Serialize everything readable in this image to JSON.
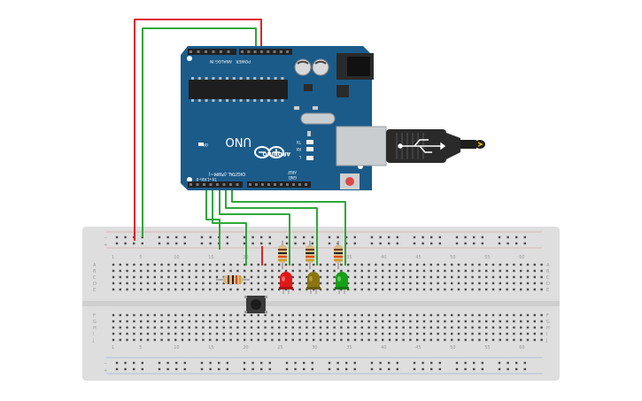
{
  "colors": {
    "breadboard": "#dedede",
    "hole": "#4a4a4a",
    "arduino_blue": "#1b5b8a",
    "wire_red": "#e02424",
    "wire_green": "#2ea83a",
    "usb_silver": "#c9cdd0",
    "usb_black": "#2a2a2a"
  },
  "arduino": {
    "model": "UNO",
    "brand": "ARDUINO",
    "power_header": "POWER",
    "analog_header": "ANALOG IN",
    "digital_header": "DIGITAL (PWM~)",
    "on_label": "ON",
    "tx_label": "TX",
    "rx_label": "RX",
    "l_label": "L",
    "aref_label": "AREF",
    "gnd_label": "GND",
    "txo_label": "TX→1",
    "rxo_label": "RX←0"
  },
  "breadboard": {
    "column_numbers": [
      "1",
      "5",
      "10",
      "15",
      "20",
      "25",
      "30",
      "35",
      "40",
      "45",
      "50",
      "55",
      "60"
    ],
    "row_letters_top": [
      "A",
      "B",
      "C",
      "D",
      "E"
    ],
    "row_letters_bottom": [
      "F",
      "G",
      "H",
      "I",
      "J"
    ],
    "rail_minus": "−",
    "rail_plus": "+"
  },
  "components": [
    {
      "type": "resistor",
      "name": "resistor-button"
    },
    {
      "type": "resistor",
      "name": "resistor-red"
    },
    {
      "type": "resistor",
      "name": "resistor-yellow"
    },
    {
      "type": "resistor",
      "name": "resistor-green"
    },
    {
      "type": "led",
      "color": "red"
    },
    {
      "type": "led",
      "color": "yellow"
    },
    {
      "type": "led",
      "color": "green"
    },
    {
      "type": "pushbutton"
    }
  ]
}
